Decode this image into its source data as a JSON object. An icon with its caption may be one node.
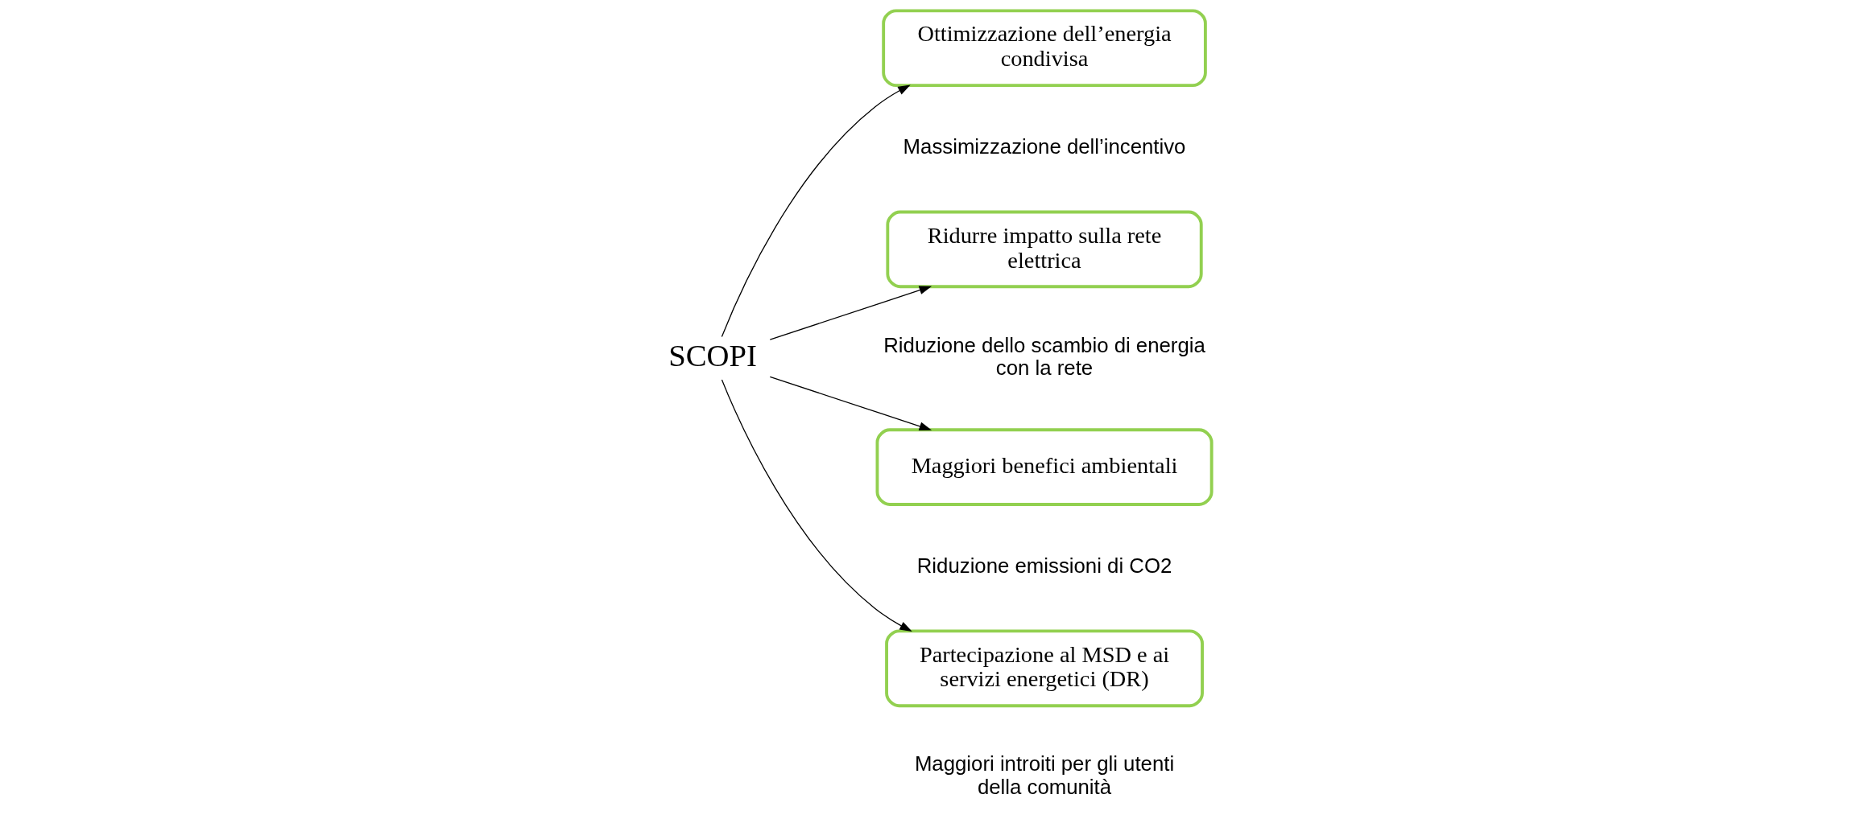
{
  "diagram": {
    "nodes": [
      {
        "text": [
          "SCOPI"
        ]
      },
      {
        "text": [
          "Ottimizzazione dell’energia condivisa"
        ],
        "beside": [
          "Massimizzazione dell’incentivo"
        ]
      },
      {
        "text": [
          "Ridurre impatto sulla rete elettrica"
        ],
        "beside": [
          "Riduzione dello scambio di energia con la rete"
        ]
      },
      {
        "text": [
          "Maggiori benefici ambientali"
        ],
        "beside": [
          "Riduzione emissioni di CO2"
        ]
      },
      {
        "text": [
          "Partecipazione al MSD e ai servizi energetici (DR)"
        ],
        "beside": [
          "Maggiori introiti per gli utenti della comunità"
        ]
      }
    ],
    "edges": [
      {
        "from": 0,
        "to": 1,
        "arrow": "to"
      },
      {
        "from": 0,
        "to": 2,
        "arrow": "to"
      },
      {
        "from": 0,
        "to": 3,
        "arrow": "to"
      },
      {
        "from": 0,
        "to": 4,
        "arrow": "to"
      }
    ]
  }
}
